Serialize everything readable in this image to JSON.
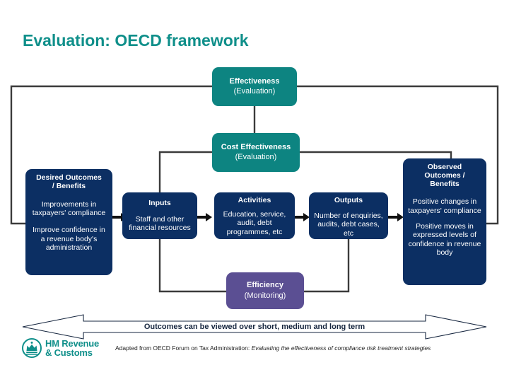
{
  "slide": {
    "title": "Evaluation: OECD framework",
    "accent_teal": "#0d8481",
    "accent_navy": "#0c2f63",
    "accent_purple": "#5b4f93",
    "title_color": "#0f8f8a"
  },
  "boxes": {
    "effectiveness": {
      "heading": "Effectiveness",
      "sub": "(Evaluation)"
    },
    "cost_effectiveness": {
      "heading": "Cost Effectiveness",
      "sub": "(Evaluation)"
    },
    "efficiency": {
      "heading": "Efficiency",
      "sub": "(Monitoring)"
    },
    "desired_outcomes": {
      "heading_line1": "Desired Outcomes",
      "heading_line2": "/ Benefits",
      "body1": "Improvements in taxpayers' compliance",
      "body2": "Improve confidence in a revenue body's administration"
    },
    "inputs": {
      "heading": "Inputs",
      "body": "Staff and other financial resources"
    },
    "activities": {
      "heading": "Activities",
      "body": "Education, service, audit, debt programmes, etc"
    },
    "outputs": {
      "heading": "Outputs",
      "body": "Number of enquiries, audits, debt cases, etc"
    },
    "observed_outcomes": {
      "heading_line1": "Observed",
      "heading_line2": "Outcomes /",
      "heading_line3": "Benefits",
      "body1": "Positive changes in taxpayers' compliance",
      "body2": "Positive moves in expressed levels of confidence in revenue body"
    }
  },
  "banner": {
    "label": "Outcomes can be viewed over short, medium and long term"
  },
  "footer": {
    "note_plain": "Adapted from OECD Forum on Tax Administration: ",
    "note_italic": "Evaluating the effectiveness of compliance risk treatment strategies"
  },
  "logo": {
    "line1": "HM Revenue",
    "line2": "& Customs",
    "icon": "crown-in-circle-icon"
  }
}
